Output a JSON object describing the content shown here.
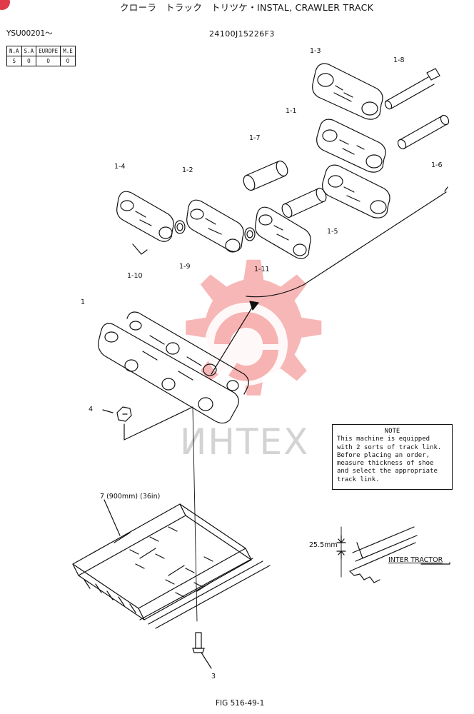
{
  "title": "クローラ　トラック　トリツケ・INSTAL, CRAWLER TRACK",
  "model_serial": "YSU00201〜",
  "part_number": "24100J15226F3",
  "figure": "FIG 516-49-1",
  "market_table": {
    "headers": [
      "N.A",
      "S.A",
      "EUROPE",
      "M.E"
    ],
    "values": [
      "S",
      "O",
      "O",
      "O"
    ]
  },
  "note": {
    "title": "NOTE",
    "body": "This machine is equipped\nwith 2 sorts of track link.\nBefore placing an order,\nmeasure thickness of shoe\nand select the appropriate\ntrack link."
  },
  "callouts": {
    "c1_3": "1-3",
    "c1_8": "1-8",
    "c1_1": "1-1",
    "c1_6": "1-6",
    "c1_7": "1-7",
    "c1_4": "1-4",
    "c1_2": "1-2",
    "c1_5": "1-5",
    "c1_9": "1-9",
    "c1_10": "1-10",
    "c1_11": "1-11",
    "c1": "1",
    "c4": "4",
    "c7": "7 (900mm) (36in)",
    "c3": "3"
  },
  "dimension": "25.5mm",
  "inter_tractor": "INTER TRACTOR",
  "watermark": "ИНТЕХ",
  "colors": {
    "line": "#111111",
    "watermark_red": "#f08080",
    "watermark_text": "#d3d3d3"
  }
}
